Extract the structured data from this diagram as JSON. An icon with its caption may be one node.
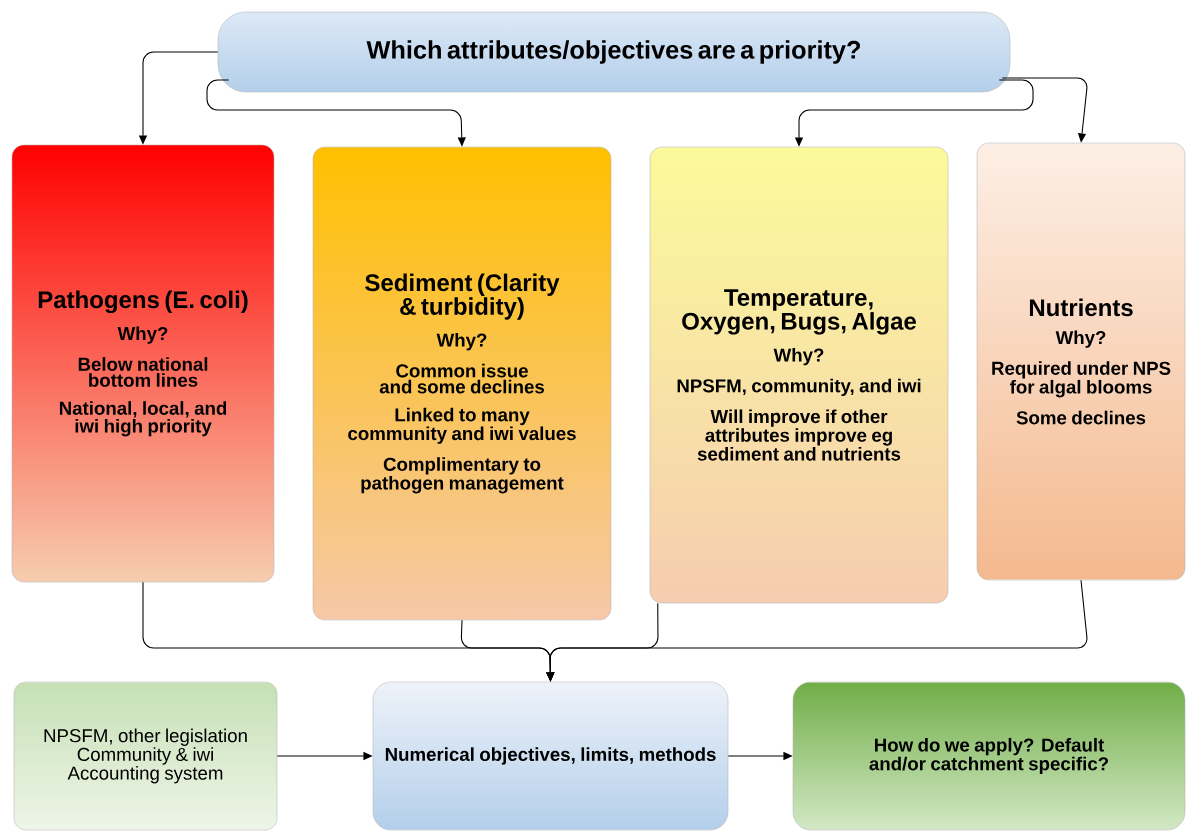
{
  "diagram": {
    "nodes": [
      {
        "text": [
          "Which attributes/objectives are a priority?"
        ]
      },
      {
        "text": [
          "Pathogens (E. coli)",
          "Why?",
          "Below national bottom lines",
          "National, local, and iwi high priority"
        ]
      },
      {
        "text": [
          "Sediment (Clarity & turbidity)",
          "Why?",
          "Common issue and some declines",
          "Linked to many community and iwi values",
          "Complimentary to pathogen management"
        ]
      },
      {
        "text": [
          "Temperature, Oxygen, Bugs, Algae",
          "Why?",
          "NPSFM, community, and iwi",
          "Will improve if other attributes improve eg sediment and nutrients"
        ]
      },
      {
        "text": [
          "Nutrients",
          "Why?",
          "Required under NPS for algal blooms",
          "Some declines"
        ]
      },
      {
        "text": [
          "NPSFM, other legislation",
          "Community & iwi",
          "Accounting system"
        ]
      },
      {
        "text": [
          "Numerical objectives, limits, methods"
        ]
      },
      {
        "text": [
          "How do we apply? Default and/or catchment specific?"
        ]
      }
    ],
    "edges": [
      {
        "from": 0,
        "to": 1,
        "arrow": "to"
      },
      {
        "from": 0,
        "to": 2,
        "arrow": "to"
      },
      {
        "from": 0,
        "to": 3,
        "arrow": "to"
      },
      {
        "from": 0,
        "to": 4,
        "arrow": "to"
      },
      {
        "from": 1,
        "to": 6,
        "arrow": "to"
      },
      {
        "from": 2,
        "to": 6,
        "arrow": "to"
      },
      {
        "from": 3,
        "to": 6,
        "arrow": "to"
      },
      {
        "from": 4,
        "to": 6,
        "arrow": "to"
      },
      {
        "from": 5,
        "to": 6,
        "arrow": "to"
      },
      {
        "from": 6,
        "to": 7,
        "arrow": "to"
      }
    ]
  }
}
